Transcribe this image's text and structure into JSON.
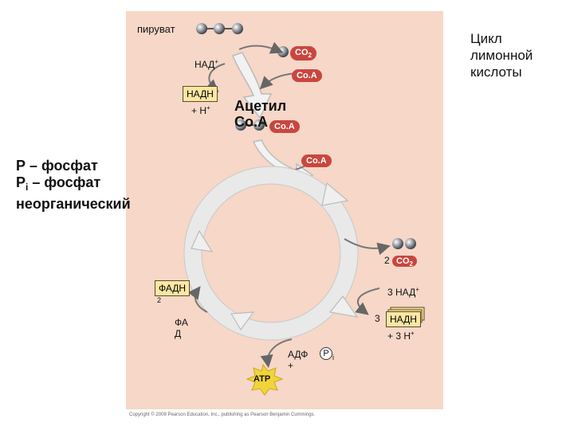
{
  "title": "Цикл лимонной кислоты",
  "title_lines": [
    "Цикл",
    "лимонной",
    "кислоты"
  ],
  "legend": {
    "line1": "Р – фосфат",
    "line2_p": "Р",
    "line2_sub": "i",
    "line2_rest": " – фосфат",
    "line3": "неорганический"
  },
  "labels": {
    "pyruvate": "пируват",
    "nad_plus": "НАД",
    "nad_plus_sup": "+",
    "co2": "CO",
    "co2_sub": "2",
    "coa_1": "Co.A",
    "nadh_top": "НАДН",
    "h_plus": "+ H",
    "h_plus_sup": "+",
    "acetyl_line1": "Ацетил",
    "acetyl_line2": "Co.A",
    "coa_2": "Co.A",
    "coa_3": "Co.A",
    "two_co2_prefix": "2",
    "two_co2": "CO",
    "two_co2_sub": "2",
    "three_nad": "3 НАД",
    "three_nad_sup": "+",
    "three": "3",
    "nadh_right": "НАДН",
    "three_h": "+ 3 H",
    "three_h_sup": "+",
    "fadh": "ФАДН",
    "fadh_sub": "2",
    "fa": "ФА",
    "d": "Д",
    "adp": "АДФ",
    "plus": "+",
    "pi": "P",
    "pi_sub": "i",
    "atp": "ATP",
    "copyright": "Copyright © 2008 Pearson Education, Inc., publishing as Pearson Benjamin Cummings."
  },
  "colors": {
    "panel": "#f6d7c8",
    "arrow": "#e8e8e8",
    "pill": "#c9463e",
    "box": "#fbe7a3",
    "atp_burst": "#f2d43a"
  }
}
